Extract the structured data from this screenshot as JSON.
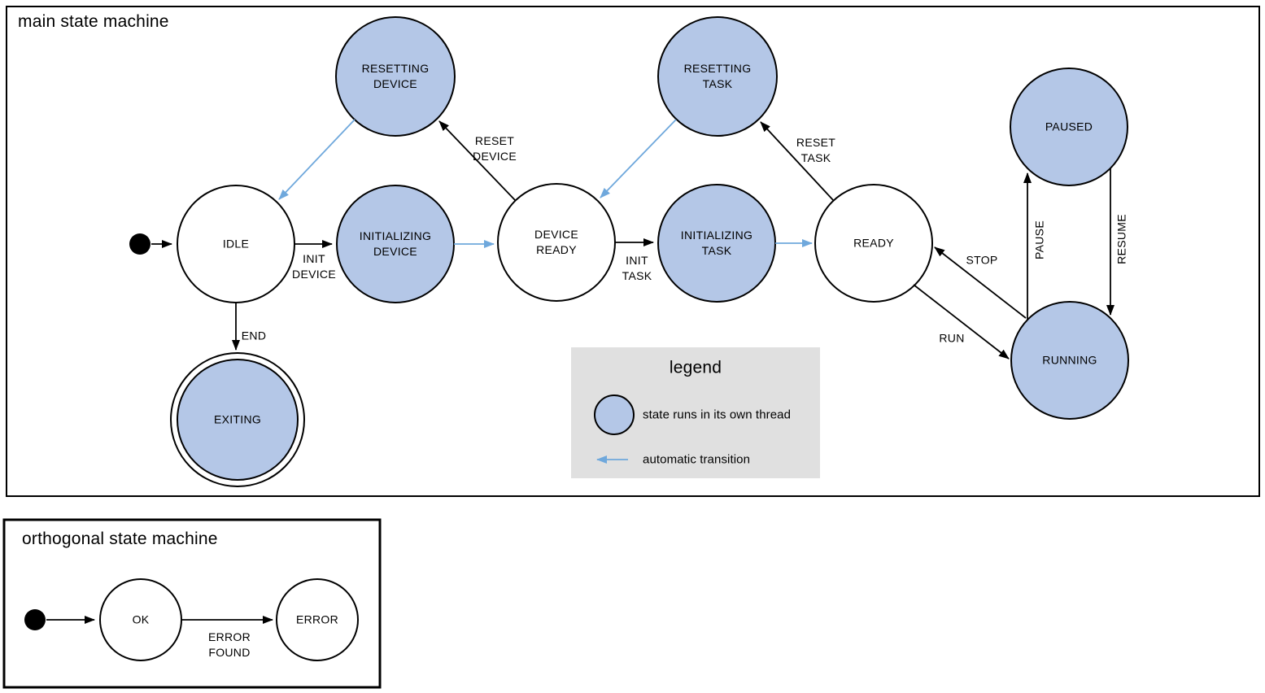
{
  "colors": {
    "diagram_line": "#000000",
    "thread_state_fill": "#b4c7e7",
    "auto_transition_blue": "#6fa8dc",
    "legend_bg": "#e0e0e0"
  },
  "main": {
    "title": "main state machine",
    "states": [
      {
        "name": "idle",
        "label": "IDLE",
        "threaded": false
      },
      {
        "name": "resetting-device",
        "label": "RESETTING\nDEVICE",
        "threaded": true
      },
      {
        "name": "initializing-device",
        "label": "INITIALIZING\nDEVICE",
        "threaded": true
      },
      {
        "name": "device-ready",
        "label": "DEVICE\nREADY",
        "threaded": false
      },
      {
        "name": "resetting-task",
        "label": "RESETTING\nTASK",
        "threaded": true
      },
      {
        "name": "initializing-task",
        "label": "INITIALIZING\nTASK",
        "threaded": true
      },
      {
        "name": "ready",
        "label": "READY",
        "threaded": false
      },
      {
        "name": "paused",
        "label": "PAUSED",
        "threaded": true
      },
      {
        "name": "running",
        "label": "RUNNING",
        "threaded": true
      },
      {
        "name": "exiting",
        "label": "EXITING",
        "threaded": true,
        "final_state": true
      }
    ],
    "transitions": [
      {
        "name": "init-device",
        "label": "INIT\nDEVICE"
      },
      {
        "name": "reset-device",
        "label": "RESET\nDEVICE"
      },
      {
        "name": "init-task",
        "label": "INIT\nTASK"
      },
      {
        "name": "reset-task",
        "label": "RESET\nTASK"
      },
      {
        "name": "run",
        "label": "RUN"
      },
      {
        "name": "stop",
        "label": "STOP"
      },
      {
        "name": "pause",
        "label": "PAUSE"
      },
      {
        "name": "resume",
        "label": "RESUME"
      },
      {
        "name": "end",
        "label": "END"
      }
    ]
  },
  "legend": {
    "title": "legend",
    "thread_item": "state runs in its own thread",
    "auto_item": "automatic transition"
  },
  "orthogonal": {
    "title": "orthogonal state machine",
    "states": [
      {
        "name": "ok",
        "label": "OK"
      },
      {
        "name": "error",
        "label": "ERROR"
      }
    ],
    "transitions": [
      {
        "name": "error-found",
        "label": "ERROR\nFOUND"
      }
    ]
  }
}
